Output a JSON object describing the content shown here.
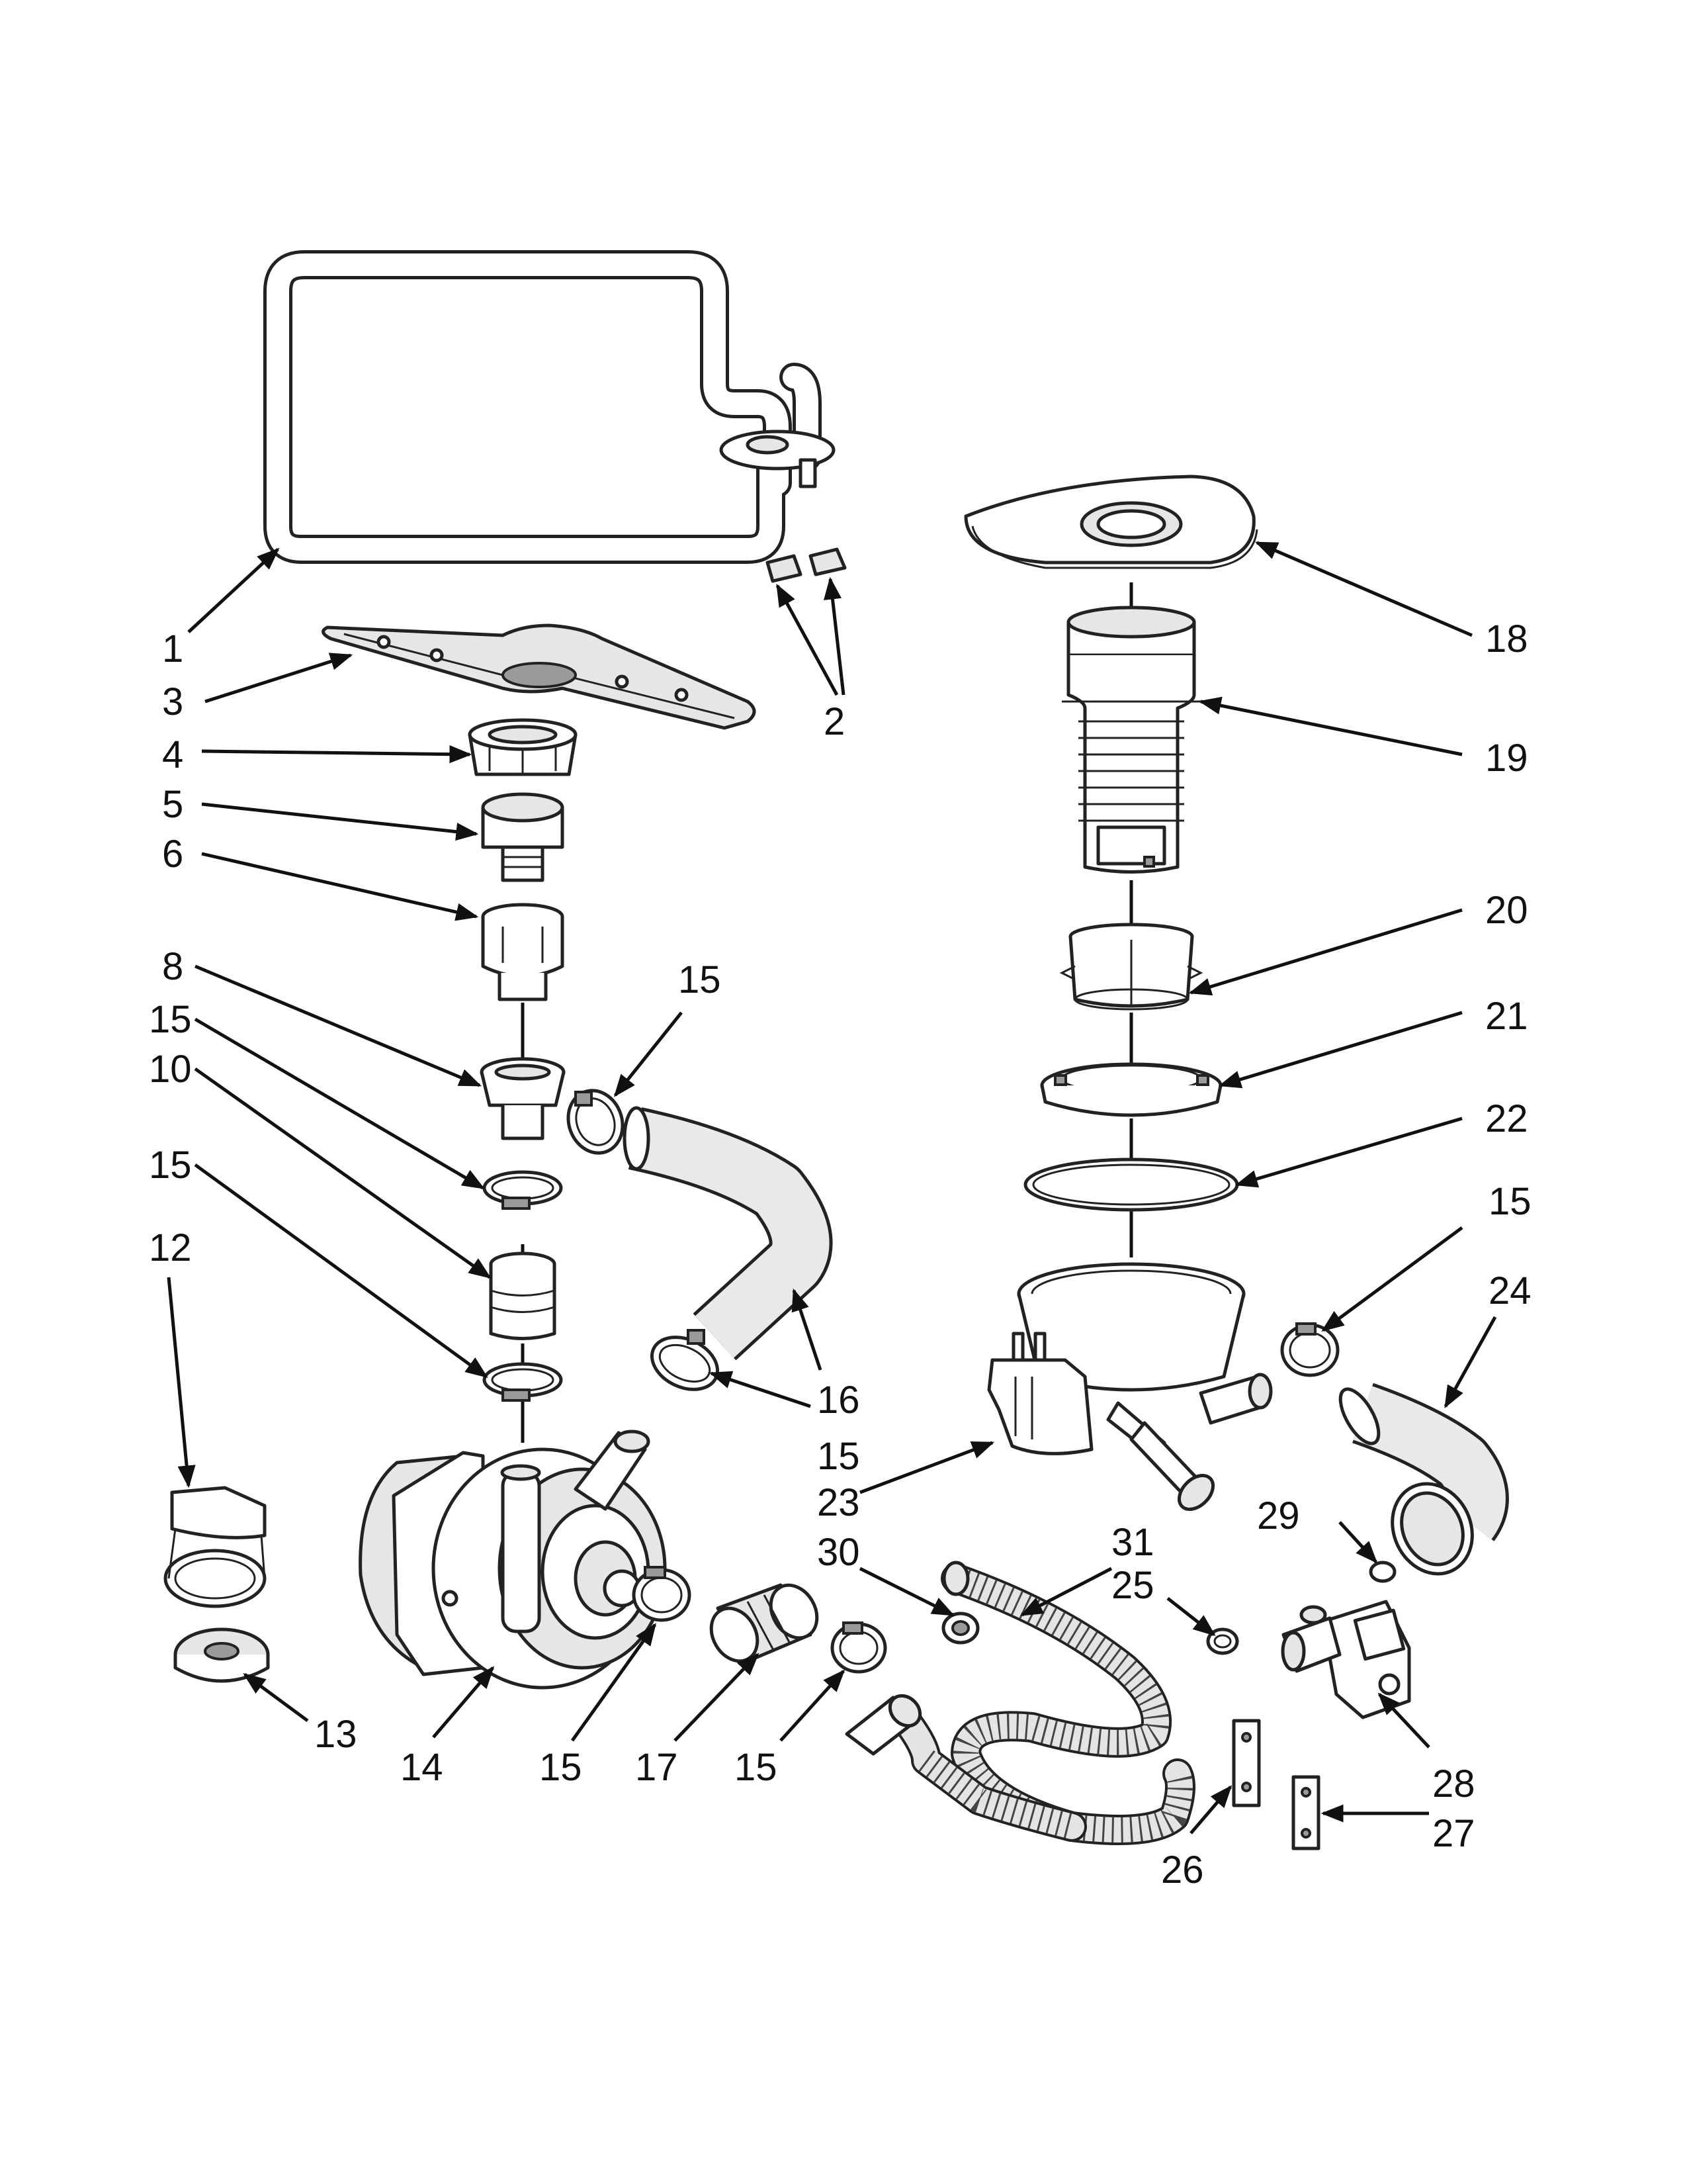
{
  "callouts": [
    {
      "id": "c1",
      "label": "1"
    },
    {
      "id": "c2",
      "label": "2"
    },
    {
      "id": "c3",
      "label": "3"
    },
    {
      "id": "c4",
      "label": "4"
    },
    {
      "id": "c5",
      "label": "5"
    },
    {
      "id": "c6",
      "label": "6"
    },
    {
      "id": "c8",
      "label": "8"
    },
    {
      "id": "c10",
      "label": "10"
    },
    {
      "id": "c12",
      "label": "12"
    },
    {
      "id": "c13",
      "label": "13"
    },
    {
      "id": "c14",
      "label": "14"
    },
    {
      "id": "c15a",
      "label": "15"
    },
    {
      "id": "c15b",
      "label": "15"
    },
    {
      "id": "c15c",
      "label": "15"
    },
    {
      "id": "c15d",
      "label": "15"
    },
    {
      "id": "c15e",
      "label": "15"
    },
    {
      "id": "c15f",
      "label": "15"
    },
    {
      "id": "c15g",
      "label": "15"
    },
    {
      "id": "c16",
      "label": "16"
    },
    {
      "id": "c17",
      "label": "17"
    },
    {
      "id": "c18",
      "label": "18"
    },
    {
      "id": "c19",
      "label": "19"
    },
    {
      "id": "c20",
      "label": "20"
    },
    {
      "id": "c21",
      "label": "21"
    },
    {
      "id": "c22",
      "label": "22"
    },
    {
      "id": "c23",
      "label": "23"
    },
    {
      "id": "c24",
      "label": "24"
    },
    {
      "id": "c25",
      "label": "25"
    },
    {
      "id": "c26",
      "label": "26"
    },
    {
      "id": "c27",
      "label": "27"
    },
    {
      "id": "c28",
      "label": "28"
    },
    {
      "id": "c29",
      "label": "29"
    },
    {
      "id": "c30",
      "label": "30"
    },
    {
      "id": "c31",
      "label": "31"
    }
  ]
}
